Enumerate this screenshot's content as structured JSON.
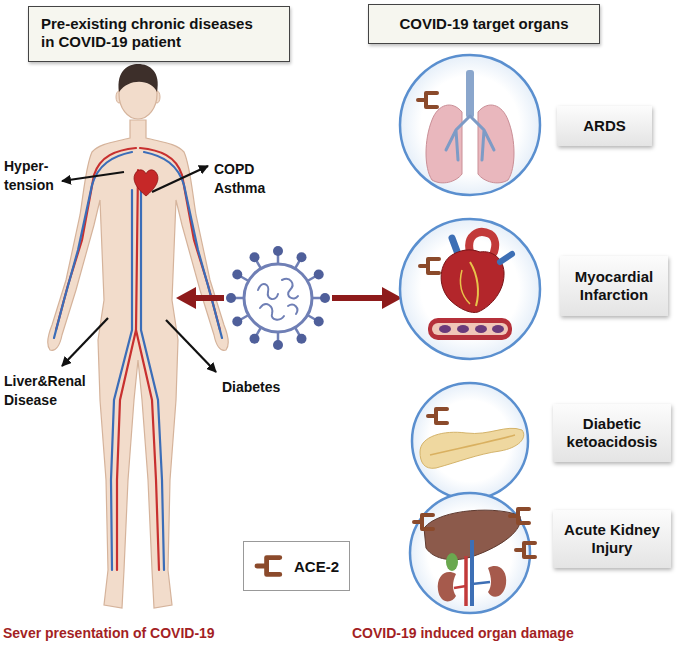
{
  "diagram": {
    "nodes": [
      {
        "text": [
          "Pre-existing chronic diseases in COVID-19 patient"
        ]
      },
      {
        "text": [
          "COVID-19 target organs"
        ]
      },
      {
        "text": [
          "ARDS"
        ]
      },
      {
        "text": [
          "Myocardial Infarction"
        ]
      },
      {
        "text": [
          "Diabetic ketoacidosis"
        ]
      },
      {
        "text": [
          "Acute Kidney Injury"
        ]
      }
    ],
    "labels": [
      "Hyper- tension",
      "COPD Asthma",
      "Liver&Renal Disease",
      "Diabetes",
      "Sever presentation of COVID-19",
      "COVID-19 induced organ damage"
    ],
    "legend": [
      {
        "text": "ACE-2"
      }
    ]
  }
}
